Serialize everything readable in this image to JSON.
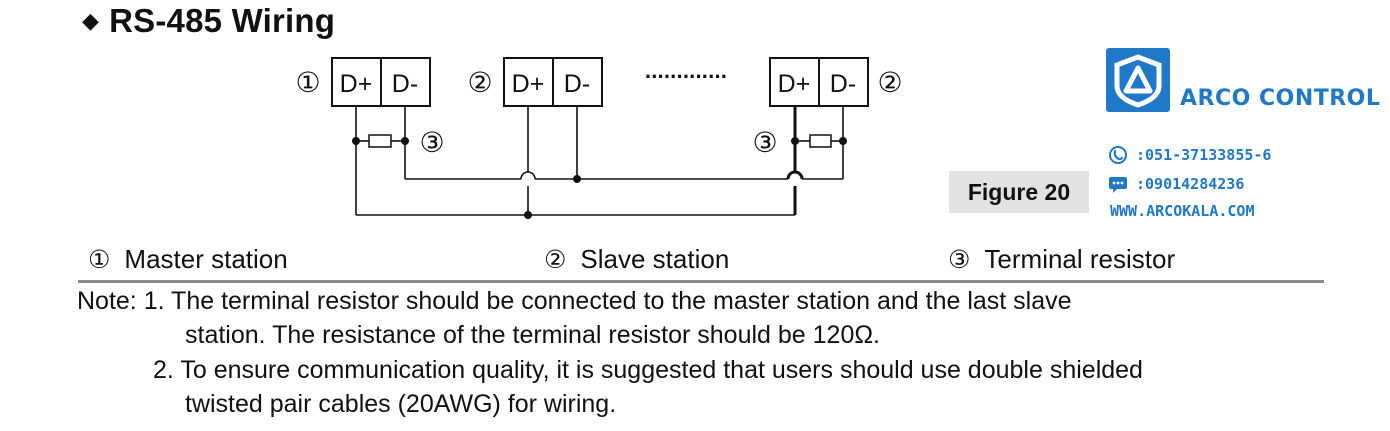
{
  "heading": {
    "bullet": "◆",
    "title": "RS-485 Wiring"
  },
  "diagram": {
    "markers": [
      "①",
      "②",
      "③",
      "③",
      "②"
    ],
    "terminals": [
      "D+",
      "D-",
      "D+",
      "D-",
      "D+",
      "D-"
    ],
    "ellipsis": "·············"
  },
  "figure_label": "Figure 20",
  "watermark": {
    "brand": "ARCO CONTROL",
    "phone": ":051-37133855-6",
    "mobile": ":09014284236",
    "website": "WWW.ARCOKALA.COM",
    "logo_color": "#1f78c8"
  },
  "legend": [
    {
      "num": "①",
      "label": "Master station"
    },
    {
      "num": "②",
      "label": "Slave station"
    },
    {
      "num": "③",
      "label": "Terminal resistor"
    }
  ],
  "notes": {
    "prefix": "Note: ",
    "n1_line1": "1. The terminal resistor should be connected to the master station and the last slave",
    "n1_line2": "station. The resistance of the terminal resistor should be 120Ω.",
    "n2_line1": "2. To ensure communication quality, it is suggested that users should use double shielded",
    "n2_line2": "twisted pair cables (20AWG) for wiring."
  }
}
